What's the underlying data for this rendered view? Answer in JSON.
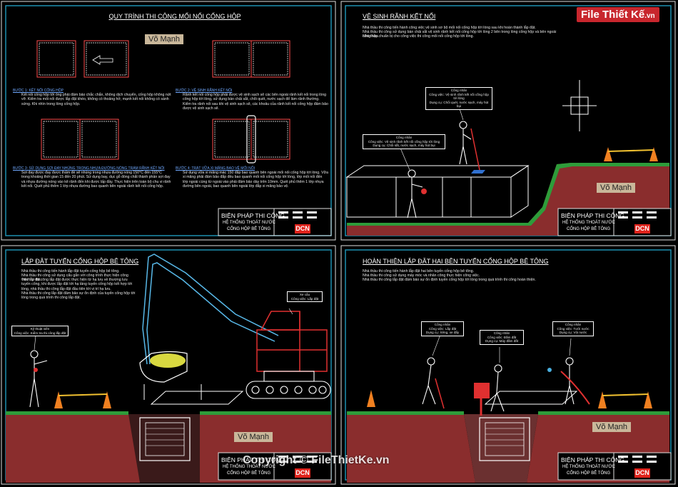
{
  "brand": {
    "name": "File Thiết Kế",
    "domain": ".vn"
  },
  "watermark": "Copyright © FileThietKe.vn",
  "author_label": "Võ Mạnh",
  "title_block": {
    "line1": "BIỆN PHÁP THI CÔNG",
    "line2": "HỆ THỐNG THOÁT NƯỚC",
    "line3": "CỐNG HỘP BÊ TÔNG",
    "logo": "DCN"
  },
  "panel1": {
    "title": "QUY TRÌNH THI CÔNG MỐI NỐI CỐNG HỘP",
    "steps": [
      {
        "heading": "BƯỚC 1: KẾT NỐI CỐNG HỘP",
        "body": "Kết nối cống hộp tới ống phải đảm bảo chắc chắn, không dịch chuyển, cống hộp không nứt vỡ. Kiểm tra mối nối được lắp đặt khéo, không có thoảng hở, mạnh kết nối không có sành sứng. Khi nhìn trong lòng cống hộp."
      },
      {
        "heading": "BƯỚC 2: VỆ SINH RÃNH KẾT NỐI",
        "body": "Rãnh kết nối cống hộp phải được vệ sinh sạch sẽ các bên ngoài rãnh kết nối trong lòng cống hộp tới lòng, sử dụng bàn chải sắt, chổi quét, nước sạch để làm rãnh thường. Kiểm tra rãnh nối sau khi vệ sinh sạch sẽ, các khoảu của rãnh kết nối cống hộp đảm bảo được vệ sinh sạch sẽ."
      },
      {
        "heading": "BƯỚC 3: SỬ DỤNG SỢI ĐAY NHÚNG TRONG NHỰA ĐƯỜNG NÓNG TRÁM RÃNH KẾT NỐI",
        "body": "Sợi đay được đay được thấm đề sẽ nhúng trong nhựa đường nóng 150°C đến 155°C trong khoảng thời gian 15 đến 20 phút. Sử dụng bay, dục gỗ đóng chắt thành phần sợi đay và nhựa đường nóng vào kẽ rãnh đến khi được lấp đầy. Thực hiện trên toàn bộ chu vi rãnh kết nối. Quét phủ thêm 1 lớp nhựa đường bao quanh bên ngoài rãnh kết nối cống hộp."
      },
      {
        "heading": "BƯỚC 4: TRÁT VỮA XI MĂNG BAO VỆ MỐI NỐI",
        "body": "Sử dụng vữa xi măng mác 150 đắp bao quanh bên ngoài mối nối cống hộp tới lòng. Vữa xi măng phải đảm bảo đắp đều bao quanh mối nối cống hộp tới lòng, lớp mối nối đến lớp ngoài cùng từ ngoài vào phải đảm bảo dày trên 10mm. Quét phủ thêm 1 lớp nhựa đường bên ngoài, bao quanh bên ngoài lớp đắp xi măng bảo vệ."
      }
    ]
  },
  "panel2": {
    "title": "VỆ SINH RÃNH KẾT NỐI",
    "notes": [
      "Nhà thầu thi công tiến hành công việc vệ sinh sơ bộ mối nối cống hộp tới lòng sau khi hoàn thành lắp đặt.",
      "Nhà thầu thi công sử dụng bàn chải sắt vệ sinh rãnh kết nối cống hộp tới lòng 2 bên trong lòng cống hộp và bên ngoài cống hộp.",
      "Nhà thầu chuẩn bị cho công việc thi công mối nối cống hộp tới lòng."
    ],
    "callout1": "Công nhân\nCông việc: Vệ sinh rãnh kết nối cống hộp tới lòng\nDụng cụ: Chổi quét, nước sạch, máy hút bụi",
    "callout2": "Công nhân\nCông việc: Vệ sinh rãnh kết nối cống hộp tới lòng\nDụng cụ: Chổi sắt, nước sạch, máy hút bụi"
  },
  "panel3": {
    "title": "LẮP ĐẶT TUYẾN CỐNG HỘP BÊ TÔNG",
    "notes": [
      "Nhà thầu thi công tiến hành lắp đặt tuyến cống hộp bê tông.",
      "Nhà thầu thi công sử dụng cẩu gắn với công trình thực hiện công việc lắp đặt.",
      "Trình tự thi công lắp đặt được thực hiện từ hạ lưu về thượng lưu tuyến cống, khi được lắp đặt tới hạ tầng tuyến cống hộp kết hợp tới lòng, nhà thầu thi công lắp đặt đầu tiên tới vị trí hạ lưu.",
      "Nhà thầu thi công lắp đặt đảm bảo sự ổn định của tuyến cống hộp tới lòng trong quá trình thi công lắp đặt."
    ],
    "callout1": "Kỹ thuật viên\nCông việc: Kiểm tra thi công lắp đặt",
    "callout2": "Xe cẩu\nCông việc: Lắp đặt"
  },
  "panel4": {
    "title": "HOÀN THIỆN LẮP ĐẶT HAI BÊN TUYẾN CỐNG HỘP BÊ TÔNG",
    "notes": [
      "Nhà thầu thi công tiến hành lắp đặt hai bên tuyến cống hộp bê tông.",
      "Nhà thầu thi công sử dụng máy móc và nhân công thực hiện công việc.",
      "Nhà thầu thi công lắp đặt đảm bảo sự ổn định tuyến cống hộp tới lòng trong quá trình thi công hoàn thiện."
    ],
    "callout1": "Công nhân\nCông việc: Lắp đặt\nDụng cụ: Xẻng, xe đẩy",
    "callout2": "Công nhân\nCông việc: Đầm đất\nDụng cụ: Máy đầm đất",
    "callout3": "Công nhân\nCông việc: Tưới nước\nDụng cụ: Vòi nước"
  }
}
